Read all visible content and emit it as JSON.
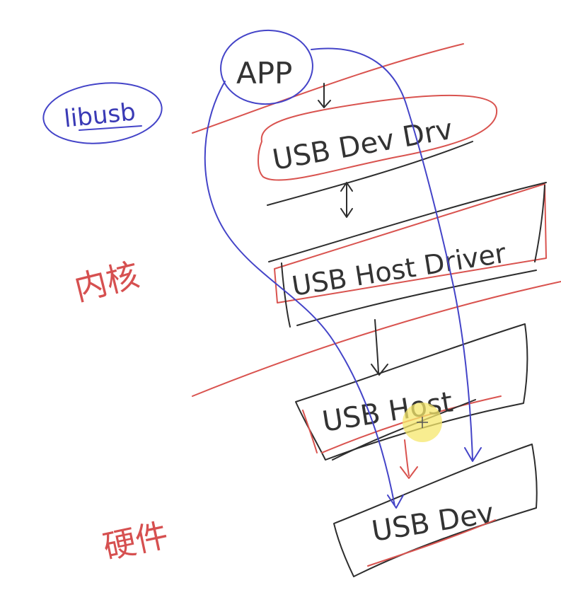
{
  "nodes": {
    "app": {
      "label": "APP"
    },
    "usb_dev_drv": {
      "label": "USB Dev Drv"
    },
    "usb_host_driver": {
      "label": "USB Host Driver"
    },
    "usb_host": {
      "label": "USB Host"
    },
    "usb_dev": {
      "label": "USB Dev"
    }
  },
  "annotations": {
    "libusb": {
      "label": "libusb"
    },
    "kernel": {
      "label": "内核"
    },
    "hardware": {
      "label": "硬件"
    }
  },
  "colors": {
    "red_ink": "#d9534f",
    "blue_ink": "#4444c8",
    "black_ink": "#2d2d2d",
    "cursor_highlight": "#f5e76b"
  }
}
